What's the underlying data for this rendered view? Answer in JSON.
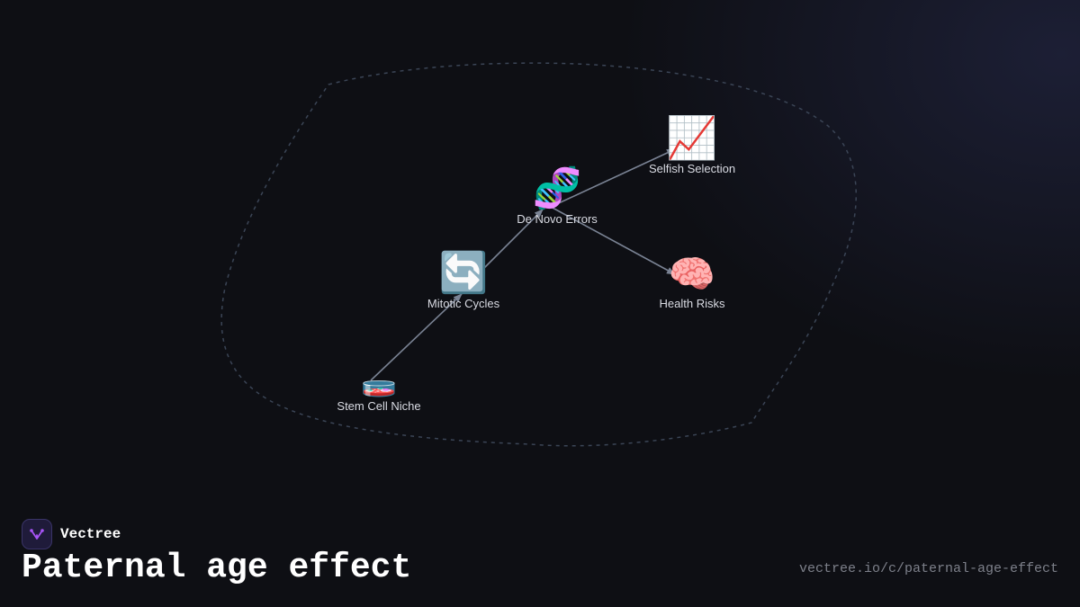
{
  "diagram": {
    "nodes": [
      {
        "id": "stem-cell-niche",
        "label": "Stem Cell Niche",
        "emoji": "🧫"
      },
      {
        "id": "mitotic-cycles",
        "label": "Mitotic Cycles",
        "emoji": "🔄"
      },
      {
        "id": "de-novo-errors",
        "label": "De Novo Errors",
        "emoji": "🧬"
      },
      {
        "id": "selfish-selection",
        "label": "Selfish Selection",
        "emoji": "📈"
      },
      {
        "id": "health-risks",
        "label": "Health Risks",
        "emoji": "🧠"
      }
    ],
    "edges": [
      {
        "from": "stem-cell-niche",
        "to": "mitotic-cycles"
      },
      {
        "from": "mitotic-cycles",
        "to": "de-novo-errors"
      },
      {
        "from": "de-novo-errors",
        "to": "selfish-selection"
      },
      {
        "from": "de-novo-errors",
        "to": "health-risks"
      }
    ]
  },
  "brand": {
    "name": "Vectree"
  },
  "title": "Paternal age effect",
  "url": "vectree.io/c/paternal-age-effect",
  "colors": {
    "background": "#0e0f14",
    "edge": "#7a8394",
    "boundary": "#3b4556",
    "logo_accent": "#a855f7"
  }
}
